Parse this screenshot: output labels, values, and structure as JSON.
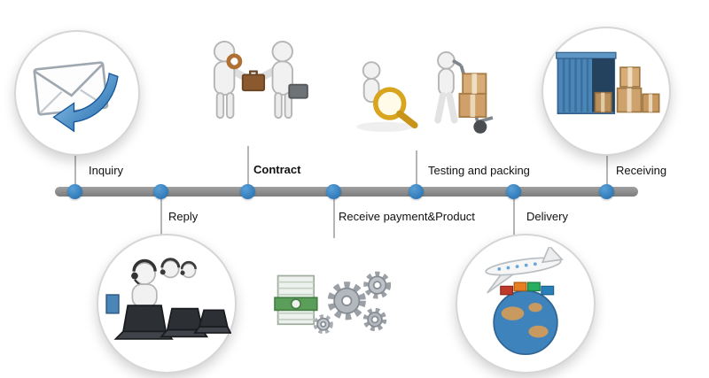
{
  "diagram": {
    "type": "process-timeline",
    "accent_color": "#2e7fbe",
    "bar_color": "#8f8f8f"
  },
  "steps": [
    {
      "label": "Inquiry",
      "position": "above",
      "icon": "envelope-reply-icon"
    },
    {
      "label": "Reply",
      "position": "below",
      "icon": "support-team-icon"
    },
    {
      "label": "Contract",
      "position": "above",
      "icon": "handshake-deal-icon"
    },
    {
      "label": "Receive payment&Product",
      "position": "below",
      "icon": "money-gears-icon"
    },
    {
      "label": "Testing and packing",
      "position": "above",
      "icon": "magnifier-handtruck-icon"
    },
    {
      "label": "Delivery",
      "position": "below",
      "icon": "airplane-globe-icon"
    },
    {
      "label": "Receiving",
      "position": "above",
      "icon": "container-boxes-icon"
    }
  ]
}
